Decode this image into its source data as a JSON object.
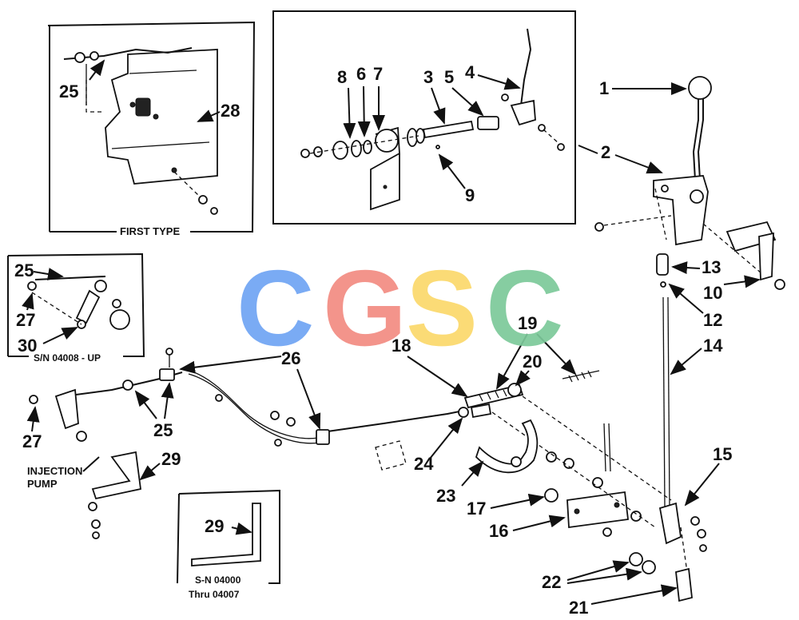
{
  "captions": {
    "first_type": "FIRST TYPE",
    "sn_up": "S/N 04008 - UP",
    "injection_1": "INJECTION",
    "injection_2": "PUMP",
    "sn_range_1": "S-N 04000",
    "sn_range_2": "Thru 04007"
  },
  "watermark": {
    "letters": [
      "C",
      "G",
      "S",
      "C"
    ],
    "colors": [
      "#6fa4f4",
      "#f28b82",
      "#fbd96b",
      "#7cc99a"
    ]
  },
  "callouts": {
    "n1": "1",
    "n2": "2",
    "n3": "3",
    "n4": "4",
    "n5": "5",
    "n6": "6",
    "n7": "7",
    "n8": "8",
    "n9": "9",
    "n10": "10",
    "n12": "12",
    "n13": "13",
    "n14": "14",
    "n15": "15",
    "n16": "16",
    "n17": "17",
    "n18": "18",
    "n19": "19",
    "n20": "20",
    "n21": "21",
    "n22": "22",
    "n23": "23",
    "n24": "24",
    "n25a": "25",
    "n25b": "25",
    "n25c": "25",
    "n26": "26",
    "n27a": "27",
    "n27b": "27",
    "n28": "28",
    "n29a": "29",
    "n29b": "29",
    "n30": "30"
  }
}
